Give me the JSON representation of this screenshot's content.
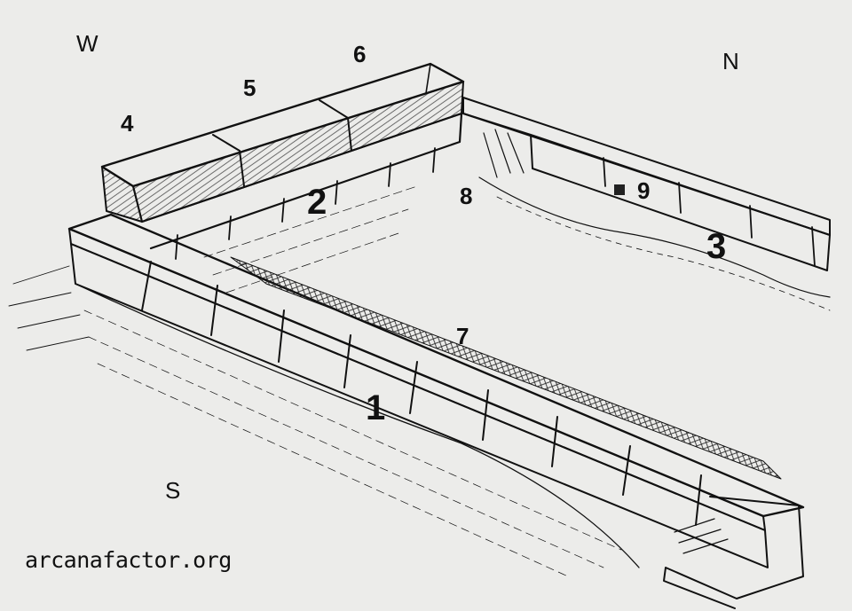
{
  "compass": {
    "west": "W",
    "north": "N",
    "south": "S"
  },
  "labels": {
    "l1": "1",
    "l2": "2",
    "l3": "3",
    "l4": "4",
    "l5": "5",
    "l6": "6",
    "l7": "7",
    "l8": "8",
    "l9": "9"
  },
  "credit": "arcanafactor.org",
  "colors": {
    "paper": "#ececea",
    "ink": "#111111"
  }
}
